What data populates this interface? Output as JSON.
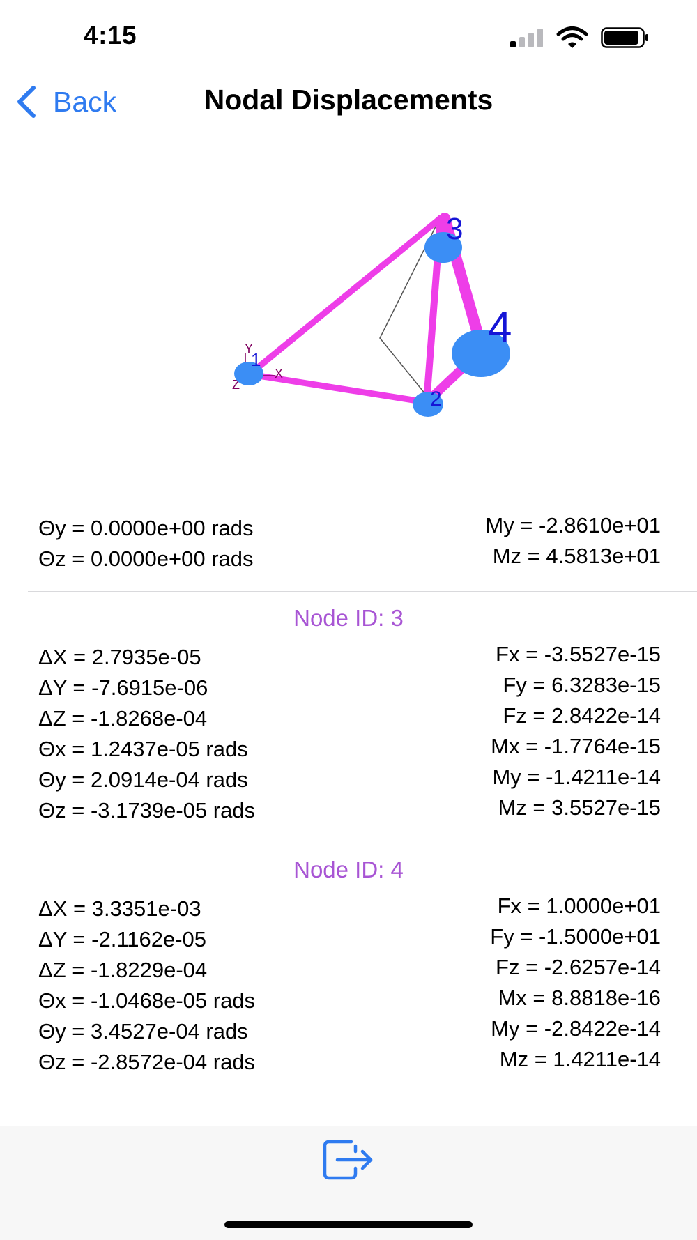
{
  "status_bar": {
    "time": "4:15",
    "signal_bars_active": 1,
    "signal_bars_total": 4,
    "battery_level_fraction": 0.92
  },
  "nav": {
    "back_label": "Back",
    "title": "Nodal Displacements"
  },
  "model_view": {
    "node_labels": [
      "1",
      "2",
      "3",
      "4"
    ],
    "axis_labels": {
      "x": "X",
      "y": "Y",
      "z": "Z"
    },
    "colors": {
      "node": "#3b8ef5",
      "member": "#ee3ee8",
      "label": "#1515d6",
      "axis": "#800060"
    }
  },
  "partial_top": {
    "theta_y": "Θy = 0.0000e+00 rads",
    "my": "My = -2.8610e+01",
    "theta_z": "Θz = 0.0000e+00 rads",
    "mz": "Mz = 4.5813e+01"
  },
  "nodes": [
    {
      "header": "Node ID: 3",
      "rows": [
        {
          "disp": "ΔX = 2.7935e-05",
          "force": "Fx = -3.5527e-15"
        },
        {
          "disp": "ΔY = -7.6915e-06",
          "force": "Fy = 6.3283e-15"
        },
        {
          "disp": "ΔZ = -1.8268e-04",
          "force": "Fz = 2.8422e-14"
        },
        {
          "disp": "Θx = 1.2437e-05 rads",
          "force": "Mx = -1.7764e-15"
        },
        {
          "disp": "Θy = 2.0914e-04 rads",
          "force": "My = -1.4211e-14"
        },
        {
          "disp": "Θz = -3.1739e-05 rads",
          "force": "Mz = 3.5527e-15"
        }
      ]
    },
    {
      "header": "Node ID: 4",
      "rows": [
        {
          "disp": "ΔX = 3.3351e-03",
          "force": "Fx = 1.0000e+01"
        },
        {
          "disp": "ΔY = -2.1162e-05",
          "force": "Fy = -1.5000e+01"
        },
        {
          "disp": "ΔZ = -1.8229e-04",
          "force": "Fz = -2.6257e-14"
        },
        {
          "disp": "Θx = -1.0468e-05 rads",
          "force": "Mx = 8.8818e-16"
        },
        {
          "disp": "Θy = 3.4527e-04 rads",
          "force": "My = -2.8422e-14"
        },
        {
          "disp": "Θz = -2.8572e-04 rads",
          "force": "Mz = 1.4211e-14"
        }
      ]
    }
  ],
  "toolbar": {
    "export_icon": "export-icon",
    "accent_color": "#2f7bf0"
  }
}
